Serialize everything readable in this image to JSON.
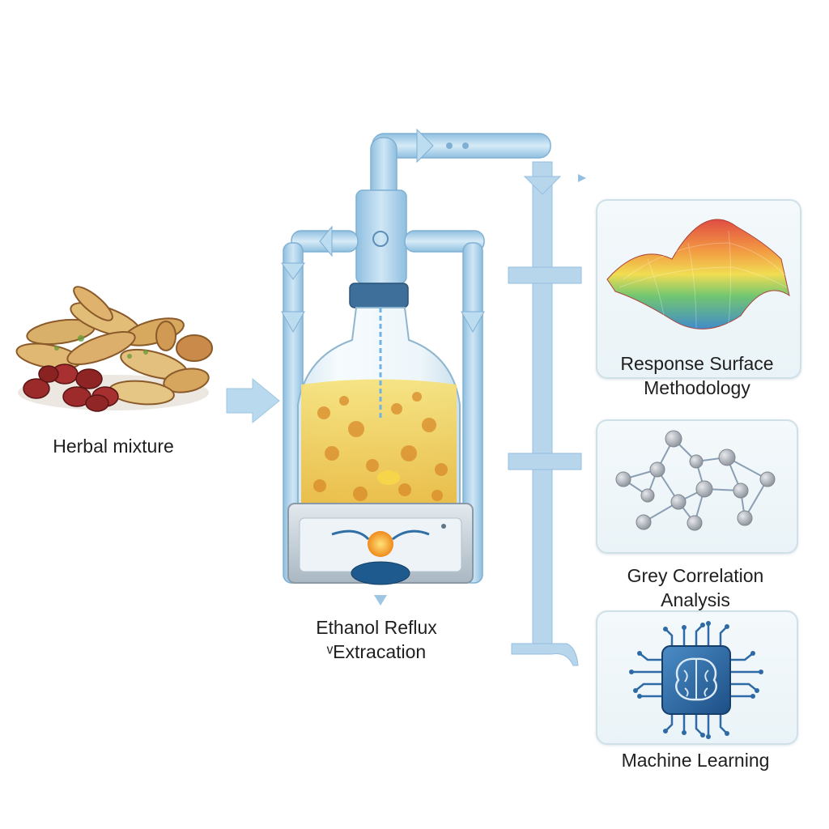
{
  "labels": {
    "herbal": "Herbal mixture",
    "extraction_line1": "Ethanol Reflux",
    "extraction_line2": "ᵛExtracation",
    "rsm_line1": "Response Surface",
    "rsm_line2": "Methodology",
    "gca_line1": "Grey Correlation",
    "gca_line2": "Analysis",
    "ml": "Machine Learning"
  },
  "icons": {
    "herbs": "herbal-slices-icon",
    "apparatus": "reflux-flask-icon",
    "surface": "3d-surface-plot-icon",
    "network": "node-network-icon",
    "chip": "brain-chip-icon"
  },
  "colors": {
    "pipe": "#a9cde6",
    "pipe_dark": "#6fa3c8",
    "liquid": "#f2d35a",
    "card_border": "#cfe0e7",
    "text": "#1f1f1f"
  }
}
